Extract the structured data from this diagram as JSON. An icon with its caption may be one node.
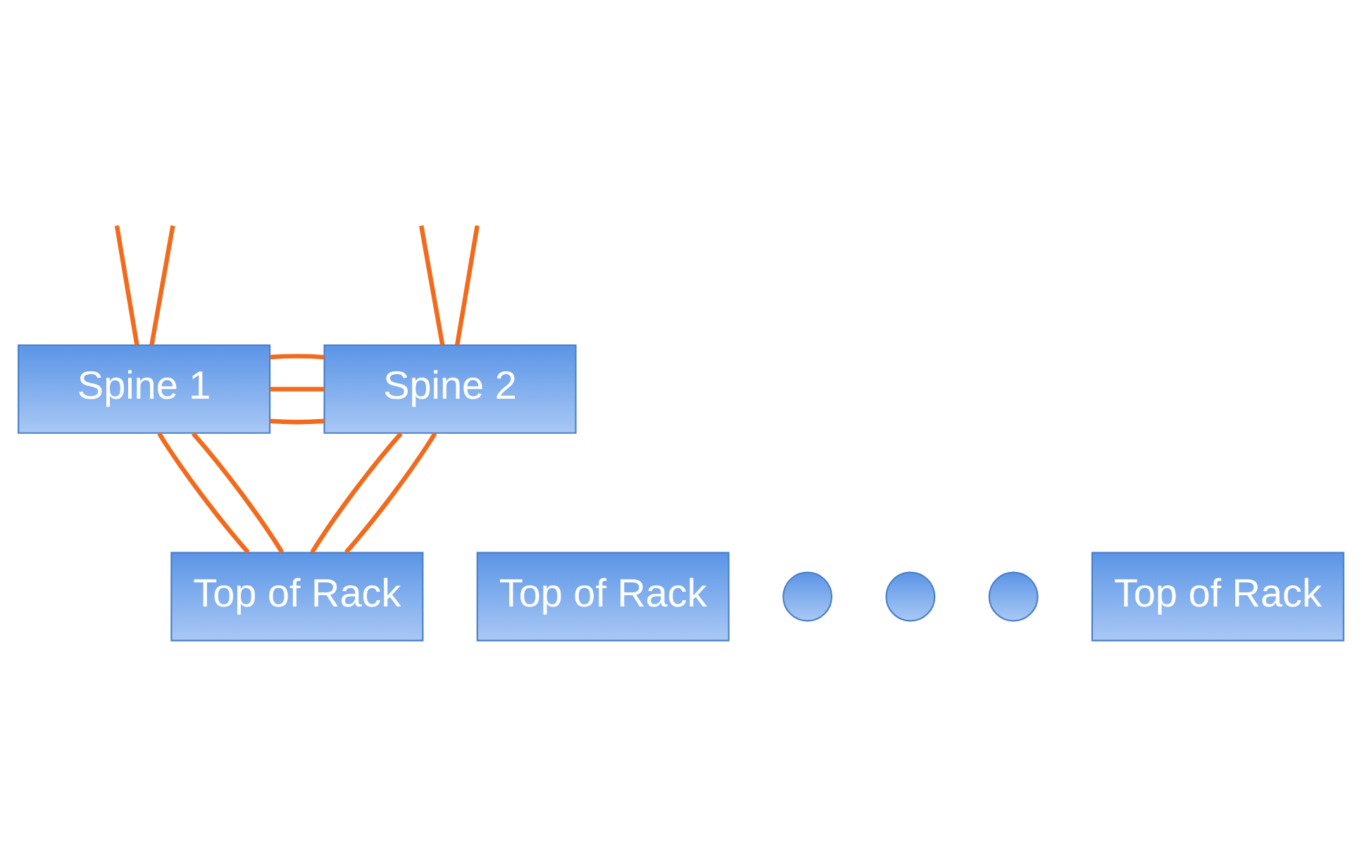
{
  "diagram": {
    "nodes": [
      {
        "text": [
          "Spine 1"
        ]
      },
      {
        "text": [
          "Spine 2"
        ]
      },
      {
        "text": [
          "Top of Rack"
        ]
      },
      {
        "text": [
          "Top of Rack"
        ]
      },
      {
        "text": [],
        "shape": "circle"
      },
      {
        "text": [],
        "shape": "circle"
      },
      {
        "text": [],
        "shape": "circle"
      },
      {
        "text": [
          "Top of Rack"
        ]
      }
    ],
    "edges": [
      {
        "from": 0,
        "to": null,
        "arrow": "none"
      },
      {
        "from": 0,
        "to": null,
        "arrow": "none"
      },
      {
        "from": 1,
        "to": null,
        "arrow": "none"
      },
      {
        "from": 1,
        "to": null,
        "arrow": "none"
      },
      {
        "from": 0,
        "to": 1,
        "arrow": "none"
      },
      {
        "from": 0,
        "to": 1,
        "arrow": "none"
      },
      {
        "from": 0,
        "to": 1,
        "arrow": "none"
      },
      {
        "from": 0,
        "to": 2,
        "arrow": "none"
      },
      {
        "from": 0,
        "to": 2,
        "arrow": "none"
      },
      {
        "from": 1,
        "to": 2,
        "arrow": "none"
      },
      {
        "from": 1,
        "to": 2,
        "arrow": "none"
      }
    ]
  }
}
